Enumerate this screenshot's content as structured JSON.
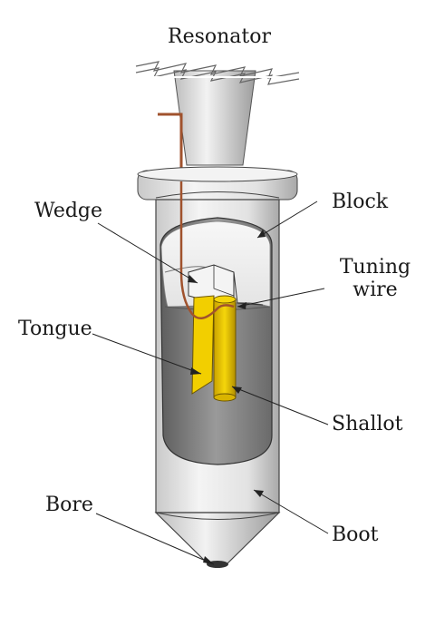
{
  "labels": {
    "resonator": "Resonator",
    "wedge": "Wedge",
    "block": "Block",
    "tuning_wire_line1": "Tuning",
    "tuning_wire_line2": "wire",
    "tongue": "Tongue",
    "shallot": "Shallot",
    "bore": "Bore",
    "boot": "Boot"
  },
  "colors": {
    "tongue": "#e8c400",
    "shallot": "#d9b400",
    "tuning_wire": "#a0522d",
    "metal_light": "#f2f2f2",
    "metal_mid": "#d6d6d6",
    "metal_dark": "#7a7a7a"
  }
}
